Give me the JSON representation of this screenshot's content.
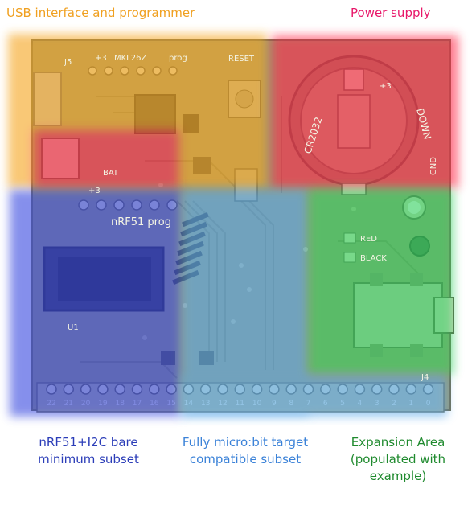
{
  "header": {
    "usb_title": "USB interface and programmer",
    "power_title": "Power supply"
  },
  "board_silk": {
    "j5": "J5",
    "plus3_top": "+3",
    "mkl26z": "MKL26Z",
    "prog": "prog",
    "reset": "RESET",
    "cr2032": "CR2032",
    "down": "DOWN",
    "plus3_batt": "+3",
    "bat": "BAT",
    "plus3_mid": "+3",
    "nrf51_prog": "nRF51 prog",
    "gnd": "GND",
    "red": "RED",
    "black": "BLACK",
    "j4": "J4",
    "u1": "U1",
    "pin_labels": [
      "22",
      "21",
      "20",
      "19",
      "18",
      "17",
      "16",
      "15",
      "14",
      "13",
      "12",
      "11",
      "10",
      "9",
      "8",
      "7",
      "6",
      "5",
      "4",
      "3",
      "2",
      "1",
      "0"
    ]
  },
  "captions": {
    "bare_line1": "nRF51+I2C bare",
    "bare_line2": "minimum subset",
    "compat_line1": "Fully micro:bit target",
    "compat_line2": "compatible subset",
    "exp_line1": "Expansion Area",
    "exp_line2": "(populated with",
    "exp_line3": "example)"
  },
  "colors": {
    "usb_region": "#f5a623",
    "power_region": "#ff2a4a",
    "bare_region": "#3a4be0",
    "compat_region": "#5aa8e8",
    "expansion_region": "#34d060",
    "usb_title": "#f0a020",
    "power_title": "#e8186a",
    "bare_caption": "#2b3db8",
    "compat_caption": "#3b82d8",
    "exp_caption": "#1f8a2e"
  }
}
